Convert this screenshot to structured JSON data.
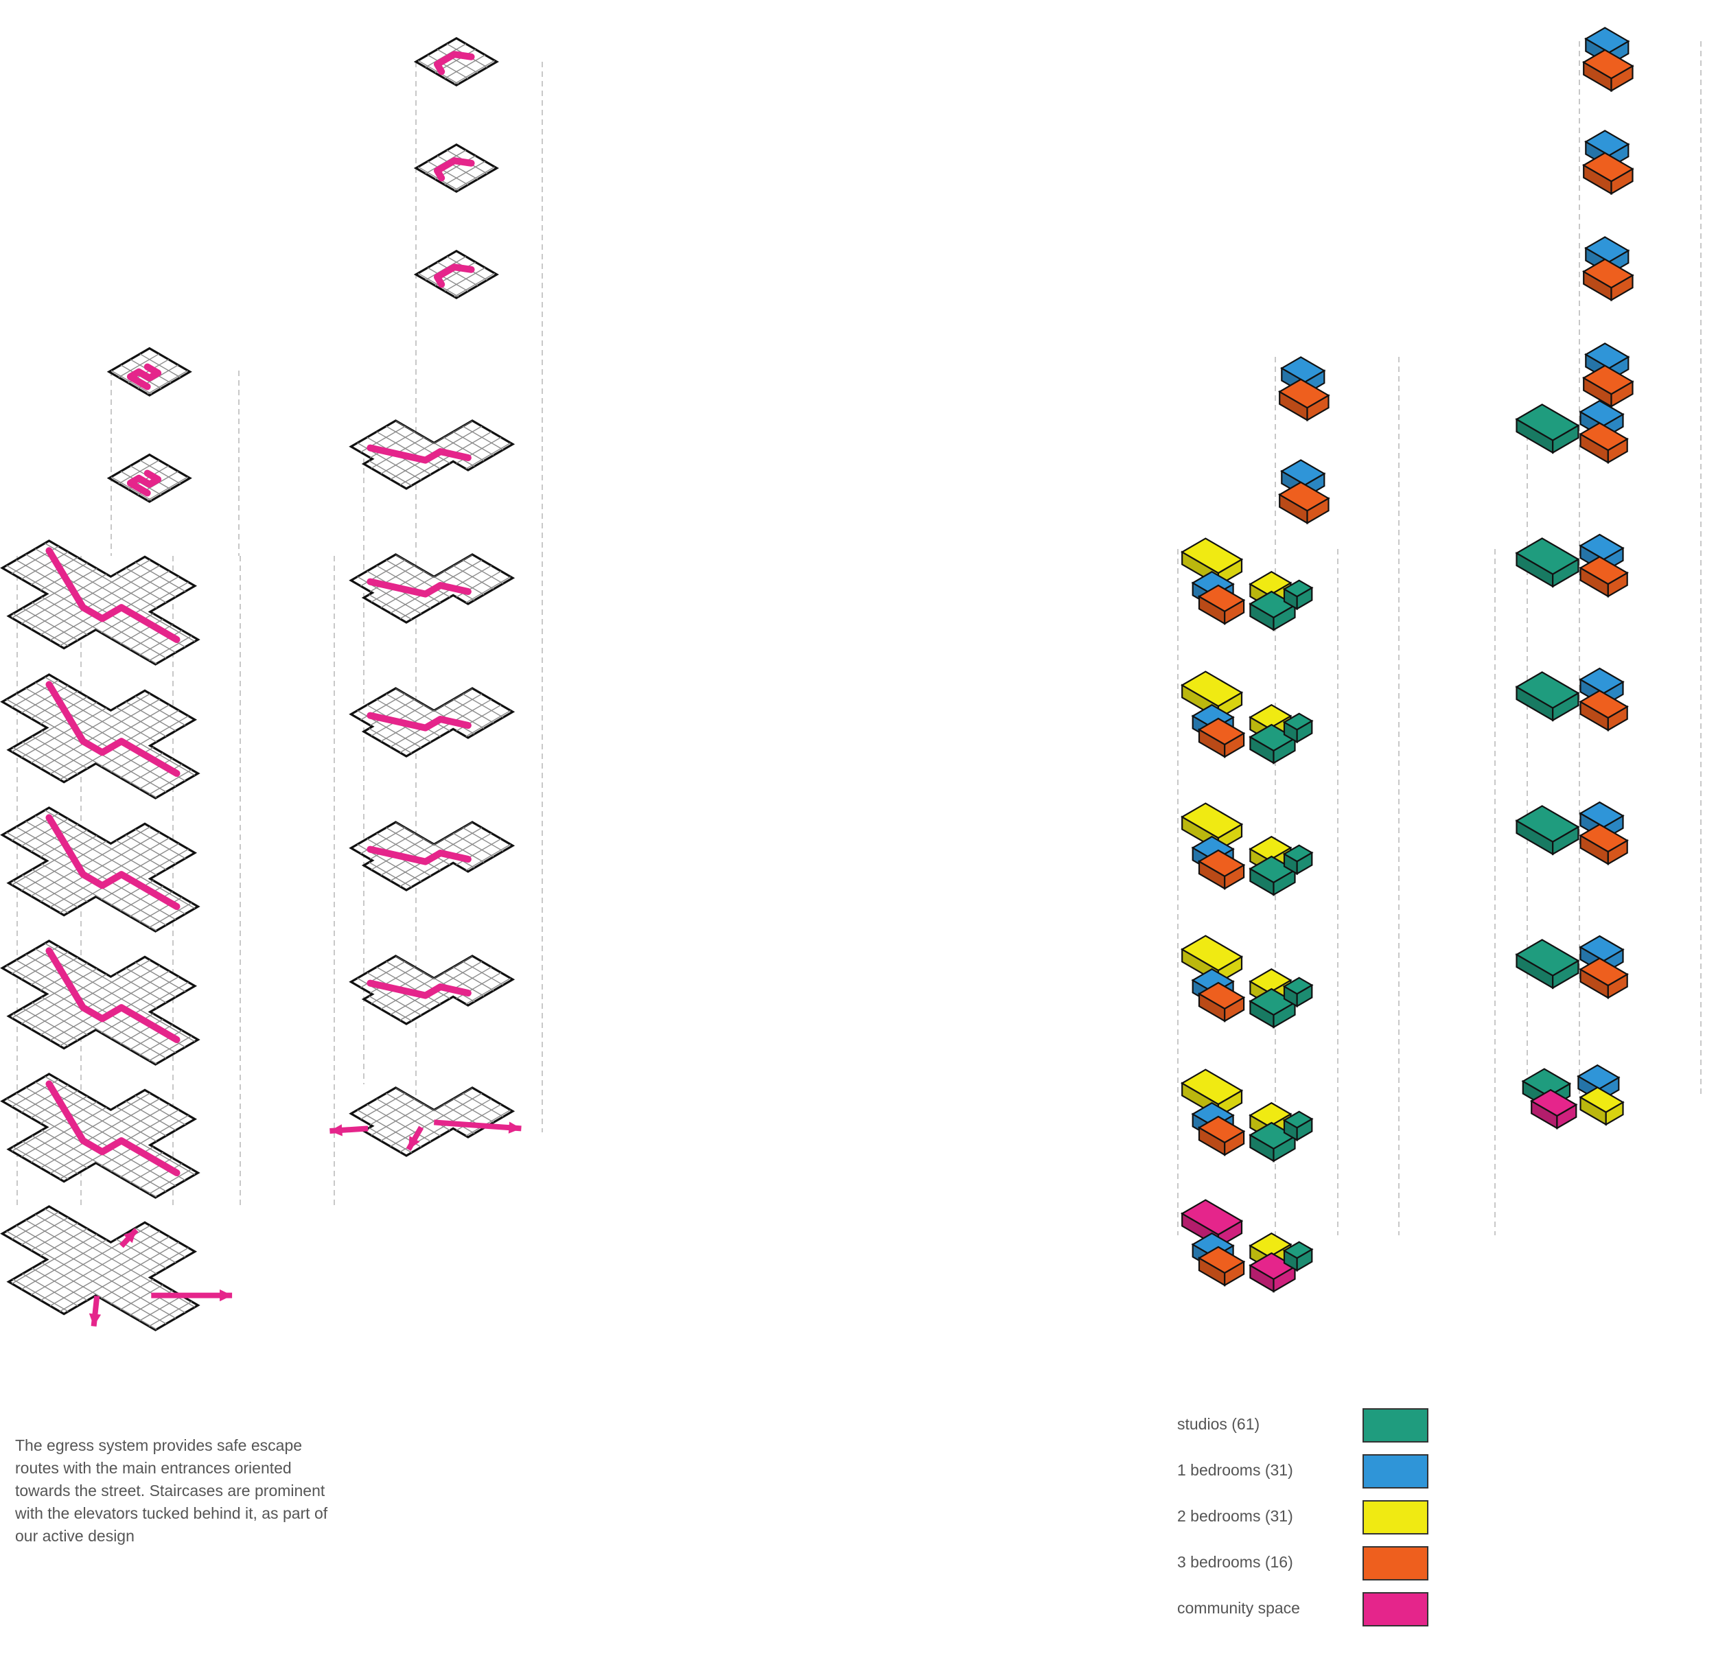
{
  "caption": {
    "text": "The egress system provides safe escape routes with the main entrances oriented towards the street. Staircases are prominent with the elevators tucked behind it, as part of our active design"
  },
  "legend": {
    "items": [
      {
        "label": "studios (61)",
        "color": "#1f9c7e",
        "key": "studio"
      },
      {
        "label": "1 bedrooms (31)",
        "color": "#2f95d8",
        "key": "one_bed"
      },
      {
        "label": "2 bedrooms (31)",
        "color": "#f0ea12",
        "key": "two_bed"
      },
      {
        "label": "3 bedrooms (16)",
        "color": "#ee5f1e",
        "key": "three_bed"
      },
      {
        "label": "community space",
        "color": "#e5258b",
        "key": "community"
      }
    ]
  },
  "colors": {
    "egress_route": "#e5258b",
    "outline": "#111111",
    "guide_lines": "#aaaaaa",
    "plan_lines": "#8a8a8a"
  }
}
